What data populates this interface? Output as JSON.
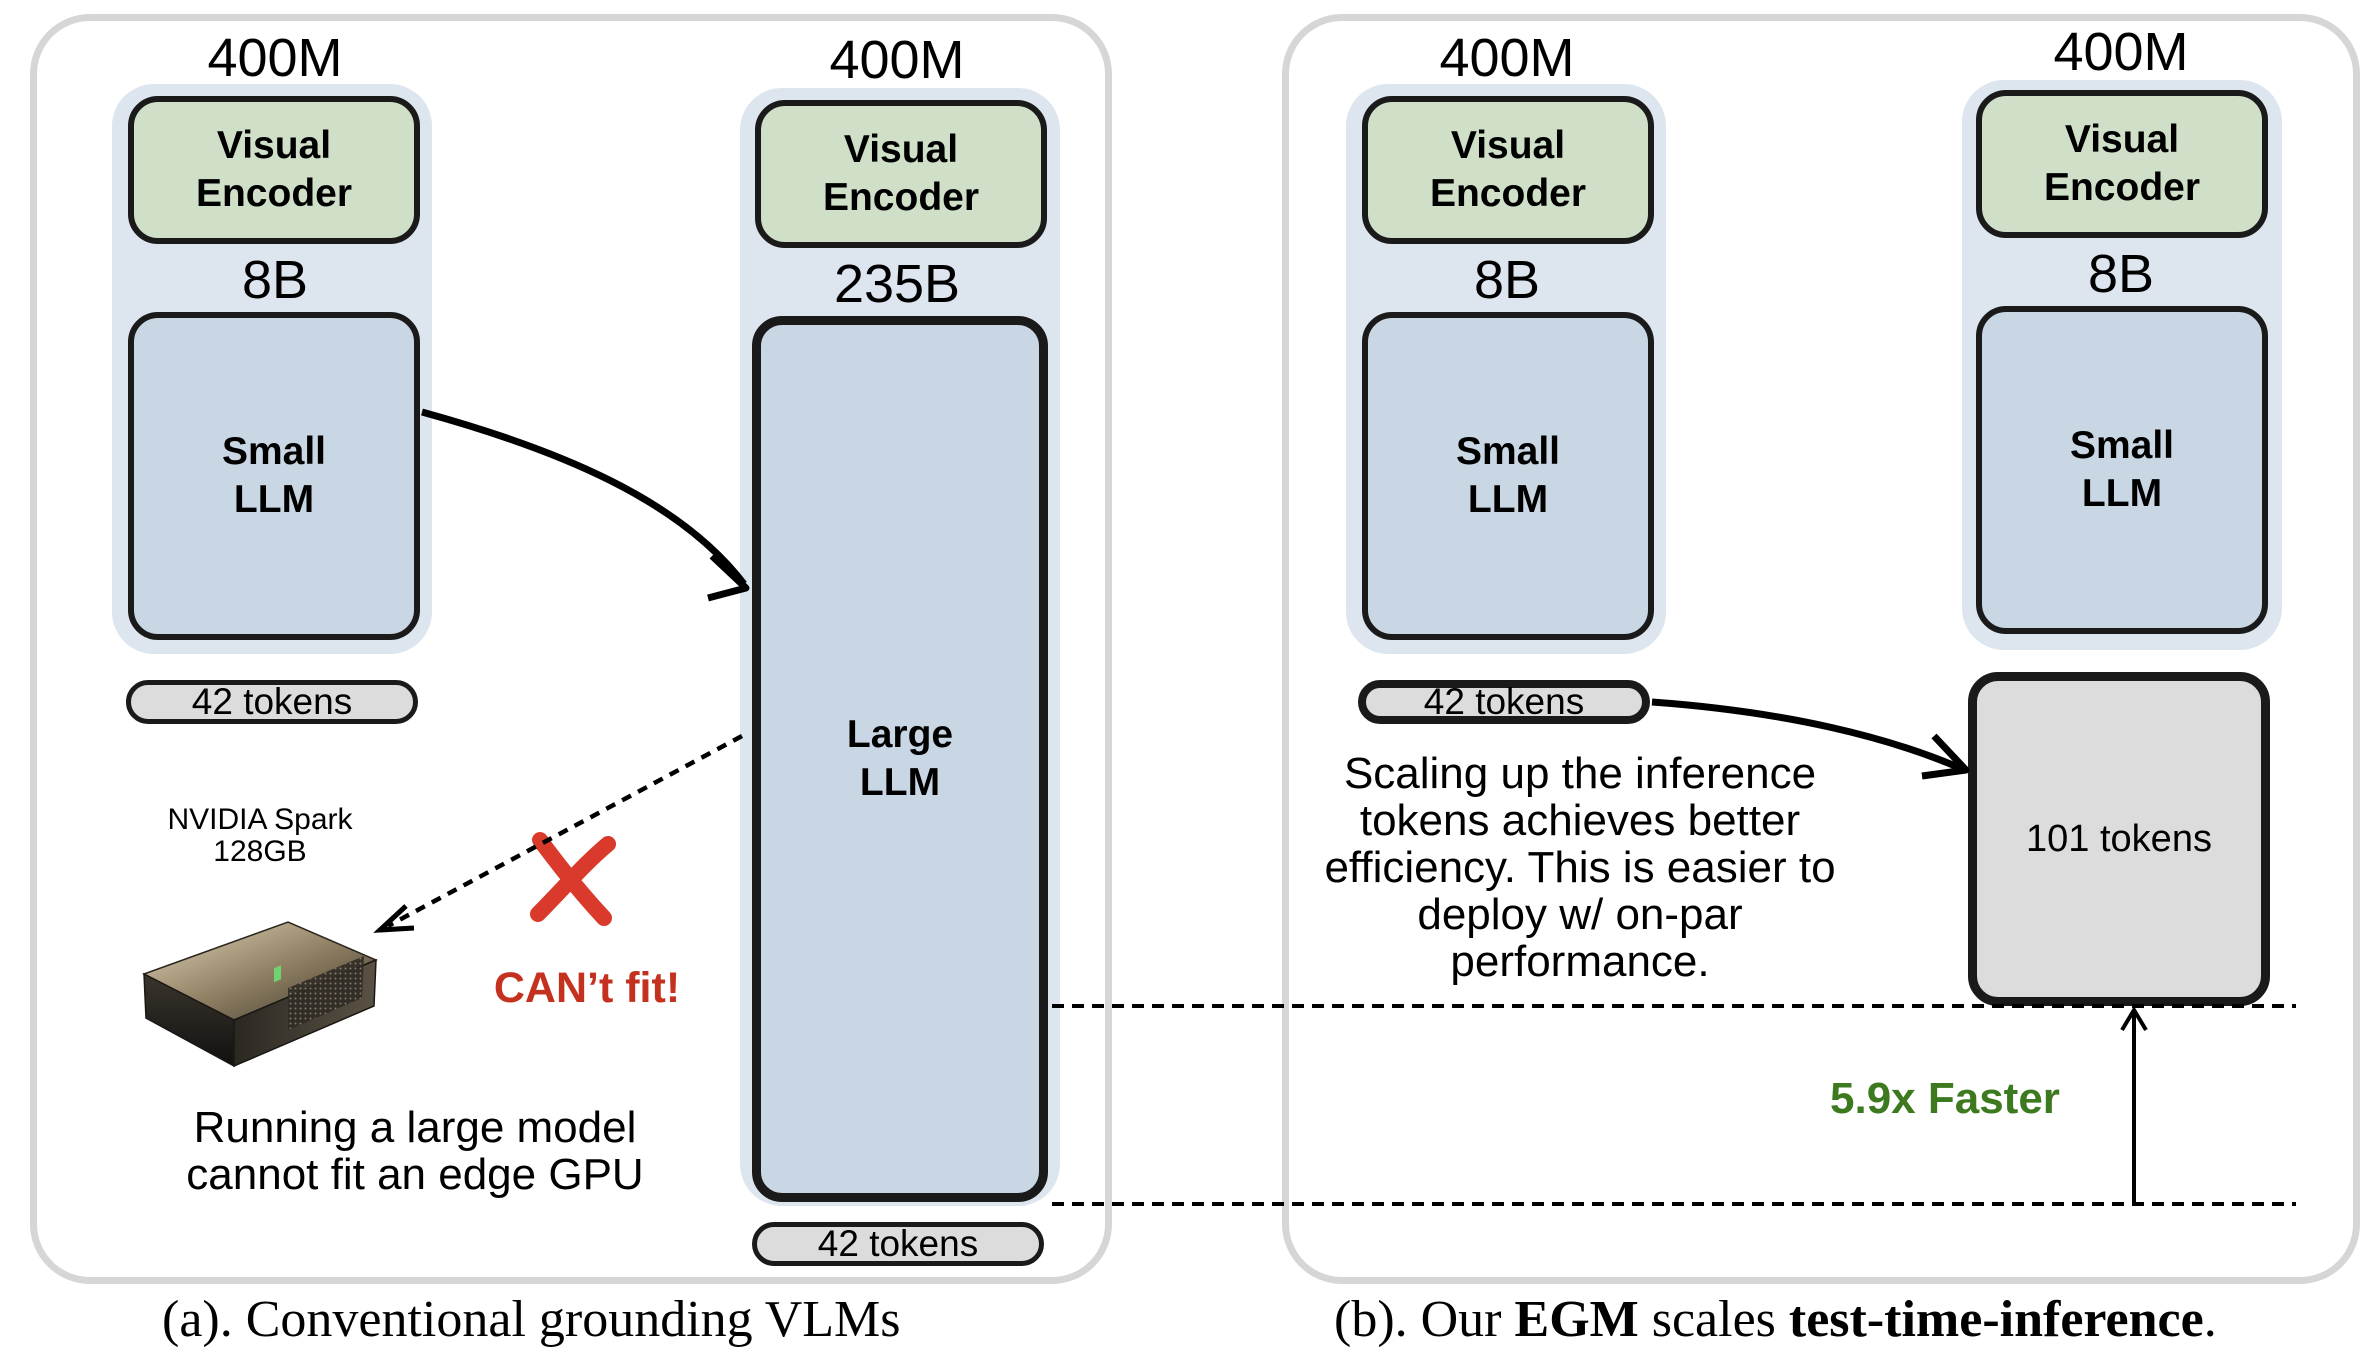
{
  "panel_a": {
    "left_stack": {
      "encoder_size": "400M",
      "encoder_label": "Visual\nEncoder",
      "llm_size": "8B",
      "llm_label": "Small\nLLM",
      "tokens": "42 tokens"
    },
    "right_stack": {
      "encoder_size": "400M",
      "encoder_label": "Visual\nEncoder",
      "llm_size": "235B",
      "llm_label": "Large\nLLM",
      "tokens": "42 tokens"
    },
    "device_name": "NVIDIA Spark",
    "device_memory": "128GB",
    "cant_fit": "CAN’t fit!",
    "note": "Running a large model\ncannot fit an edge GPU",
    "caption": "(a). Conventional grounding VLMs"
  },
  "panel_b": {
    "left_stack": {
      "encoder_size": "400M",
      "encoder_label": "Visual\nEncoder",
      "llm_size": "8B",
      "llm_label": "Small\nLLM",
      "tokens": "42 tokens"
    },
    "right_stack": {
      "encoder_size": "400M",
      "encoder_label": "Visual\nEncoder",
      "llm_size": "8B",
      "llm_label": "Small\nLLM",
      "tokens": "101 tokens"
    },
    "note": "Scaling up the inference\ntokens achieves better\nefficiency. This is easier to\ndeploy w/ on-par\nperformance.",
    "speedup": "5.9x Faster",
    "caption_prefix": "(b). Our ",
    "caption_bold1": "EGM",
    "caption_mid": " scales ",
    "caption_bold2": "test-time-inference",
    "caption_suffix": "."
  },
  "colors": {
    "encoder_fill": "#cfdfc8",
    "llm_fill": "#c9d6e3",
    "halo_fill": "#dde5ee",
    "panel_border": "#d6d6d6",
    "cross_red": "#d93a2b",
    "cant_fit_red": "#c4321f",
    "speedup_green": "#3d7a1f",
    "token_fill": "#dcdcdc"
  }
}
